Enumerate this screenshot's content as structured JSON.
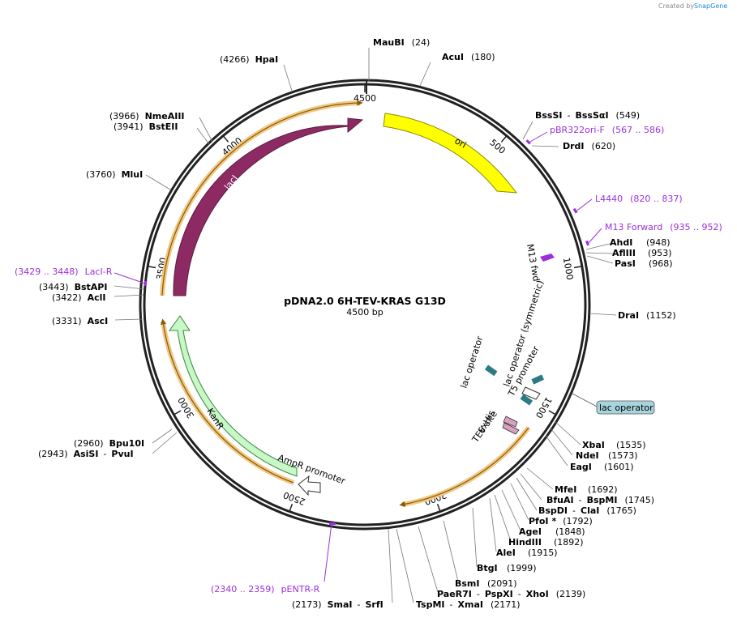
{
  "header": {
    "credit_prefix": "Created by",
    "brand": "SnapGene"
  },
  "map": {
    "name": "pDNA2.0 6H-TEV-KRAS G13D",
    "size_label": "4500 bp",
    "total_bp": 4500,
    "ticks": [
      "500",
      "1000",
      "1500",
      "2000",
      "2500",
      "3000",
      "3500",
      "4000",
      "4500"
    ]
  },
  "sites": {
    "maubi": {
      "name": "MauBI",
      "pos": "(24)"
    },
    "acui": {
      "name": "AcuI",
      "pos": "(180)"
    },
    "bsssi": {
      "name": "BssSI",
      "sep": "-",
      "name2": "BssSαI",
      "pos": "(549)"
    },
    "drdi": {
      "name": "DrdI",
      "pos": "(620)"
    },
    "ahdi": {
      "name": "AhdI",
      "pos": "(948)"
    },
    "aflii": {
      "name": "AflIII",
      "pos": "(953)"
    },
    "pasi": {
      "name": "PasI",
      "pos": "(968)"
    },
    "drai": {
      "name": "DraI",
      "pos": "(1152)"
    },
    "xbai": {
      "name": "XbaI",
      "pos": "(1535)"
    },
    "ndei": {
      "name": "NdeI",
      "pos": "(1573)"
    },
    "eagi": {
      "name": "EagI",
      "pos": "(1601)"
    },
    "mfei": {
      "name": "MfeI",
      "pos": "(1692)"
    },
    "bfuai": {
      "name": "BfuAI",
      "sep": "-",
      "name2": "BspMI",
      "pos": "(1745)"
    },
    "bspdi": {
      "name": "BspDI",
      "sep": "-",
      "name2": "ClaI",
      "pos": "(1765)"
    },
    "pfoi": {
      "name": "PfoI",
      "star": "*",
      "pos": "(1792)"
    },
    "agei": {
      "name": "AgeI",
      "pos": "(1848)"
    },
    "hindiii": {
      "name": "HindIII",
      "pos": "(1892)"
    },
    "alei": {
      "name": "AleI",
      "pos": "(1915)"
    },
    "btgi": {
      "name": "BtgI",
      "pos": "(1999)"
    },
    "bsmi": {
      "name": "BsmI",
      "pos": "(2091)"
    },
    "paer7i": {
      "name": "PaeR7I",
      "sep": "-",
      "name2": "PspXI",
      "sep2": "-",
      "name3": "XhoI",
      "pos": "(2139)"
    },
    "tspmi": {
      "name": "TspMI",
      "sep": "-",
      "name2": "XmaI",
      "pos": "(2171)"
    },
    "smai": {
      "pos": "(2173)",
      "name": "SmaI",
      "sep": "-",
      "name2": "SrfI"
    },
    "bpu10i": {
      "pos": "(2960)",
      "name": "Bpu10I"
    },
    "asisi": {
      "pos": "(2943)",
      "name": "AsiSI",
      "sep": "-",
      "name2": "PvuI"
    },
    "asci": {
      "pos": "(3331)",
      "name": "AscI"
    },
    "acli": {
      "pos": "(3422)",
      "name": "AclI"
    },
    "bstapi": {
      "pos": "(3443)",
      "name": "BstAPI"
    },
    "mlui": {
      "pos": "(3760)",
      "name": "MluI"
    },
    "bsteii": {
      "pos": "(3941)",
      "name": "BstEII"
    },
    "nmeaiii": {
      "pos": "(3966)",
      "name": "NmeAIII"
    },
    "hpai": {
      "pos": "(4266)",
      "name": "HpaI"
    }
  },
  "primers": {
    "pbr322": {
      "name": "pBR322ori-F",
      "range": "(567 .. 586)"
    },
    "l4440": {
      "name": "L4440",
      "range": "(820 .. 837)"
    },
    "m13fwd": {
      "name": "M13 Forward",
      "range": "(935 .. 952)"
    },
    "laci_r": {
      "range": "(3429 .. 3448)",
      "name": "LacI-R"
    },
    "pentr": {
      "range": "(2340 .. 2359)",
      "name": "pENTR-R"
    }
  },
  "features": {
    "ori": "ori",
    "laci": "lacI",
    "kanr": "KanR",
    "ampr_promoter": "AmpR promoter",
    "m13_fwd": "M13 fwd",
    "lac_operator_sym": "lac operator (symmetric)",
    "t5_promoter": "T5 promoter",
    "lac_operator": "lac operator",
    "his6": "6xHis",
    "tev": "TEV site",
    "lac_operator_box": "lac operator"
  },
  "colors": {
    "ori": "#ffff00",
    "laci": "#8e2a63",
    "kanr": "#c8f7c8",
    "orf": "#f0c784",
    "orf_line": "#8a5a00",
    "primer": "#9b30d9",
    "operator": "#2b7a84",
    "tev": "#d9a0c0",
    "lac_box": "#a8d4de"
  }
}
